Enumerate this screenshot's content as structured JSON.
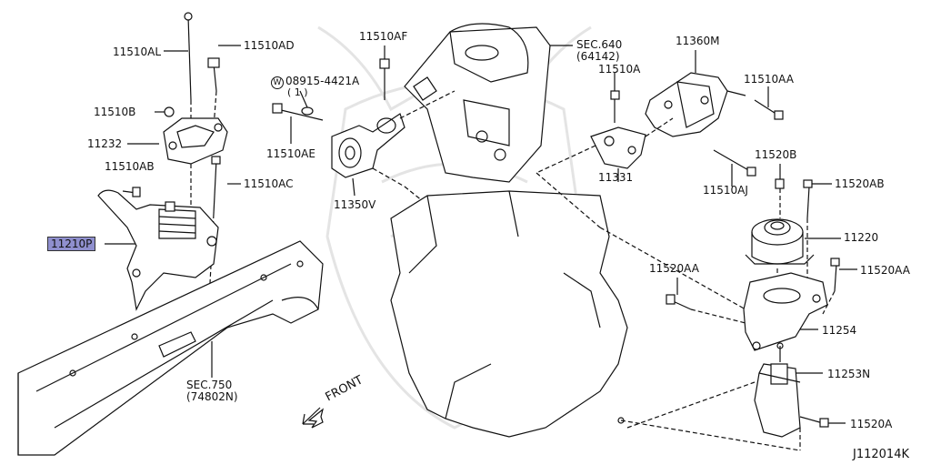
{
  "labels": {
    "p11510AL": "11510AL",
    "p11510AD": "11510AD",
    "p11510B": "11510B",
    "p11232": "11232",
    "p11510AB": "11510AB",
    "p11510AC": "11510AC",
    "p11210P": "11210P",
    "sec750": "SEC.750",
    "sec750_sub": "(74802N)",
    "p11510AF": "11510AF",
    "w_circle": "W",
    "washer": "08915-4421A",
    "washer_qty": "( 1 )",
    "p11510AE": "11510AE",
    "p11350V": "11350V",
    "sec640": "SEC.640",
    "sec640_sub": "(64142)",
    "p11360M": "11360M",
    "p11510A": "11510A",
    "p11510AA_top": "11510AA",
    "p11331": "11331",
    "p11510AJ": "11510AJ",
    "p11520B": "11520B",
    "p11520AB": "11520AB",
    "p11220": "11220",
    "p11520AA_left": "11520AA",
    "p11520AA_right": "11520AA",
    "p11254": "11254",
    "p11253N": "11253N",
    "p11520A": "11520A",
    "front": "FRONT",
    "drawing_no": "J112014K"
  },
  "colors": {
    "highlight": "#8f8fce",
    "line": "#111111",
    "watermark": "#e6e6e6"
  }
}
